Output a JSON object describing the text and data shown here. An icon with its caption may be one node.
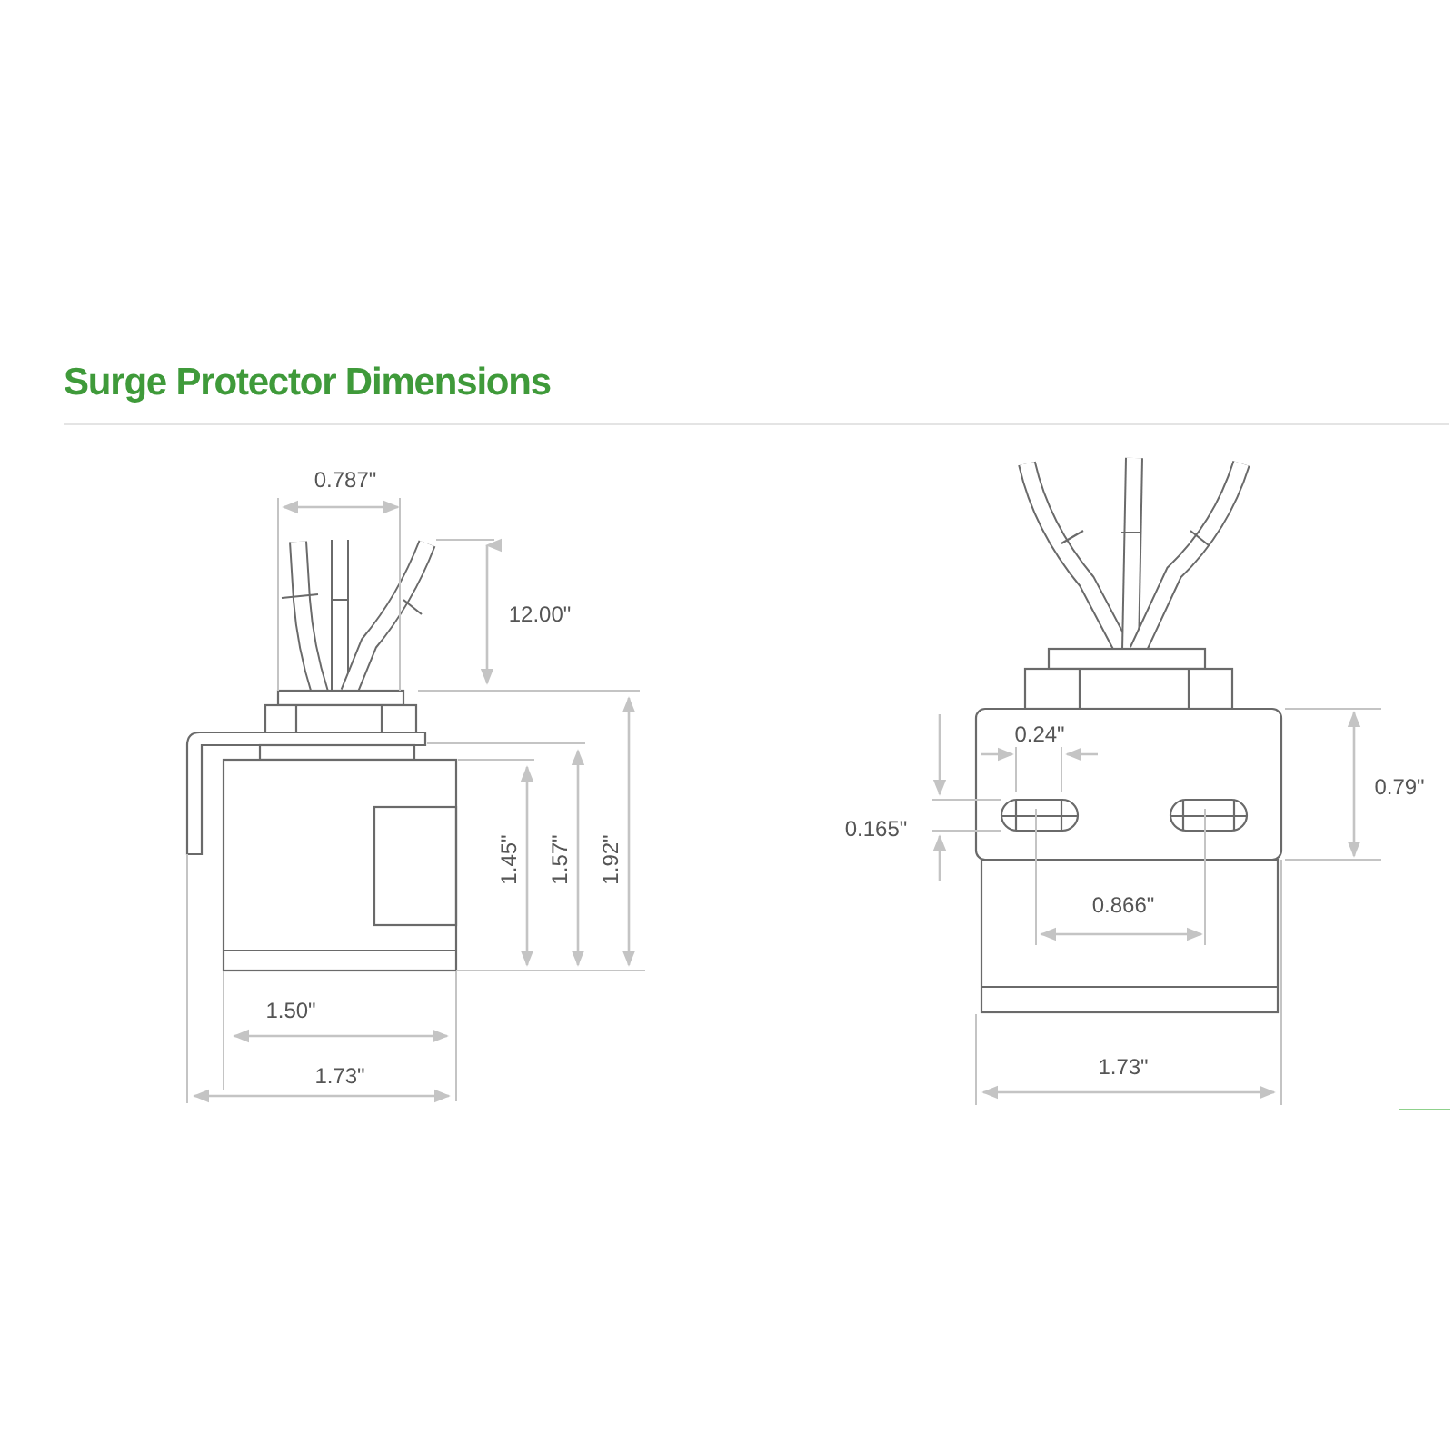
{
  "diagram": {
    "title": "Surge Protector Dimensions",
    "labels": [
      "0.787\"",
      "12.00\"",
      "1.45\"",
      "1.57\"",
      "1.92\"",
      "1.50\"",
      "1.73\"",
      "0.24\"",
      "0.79\"",
      "0.165\"",
      "0.866\"",
      "1.73\""
    ]
  }
}
